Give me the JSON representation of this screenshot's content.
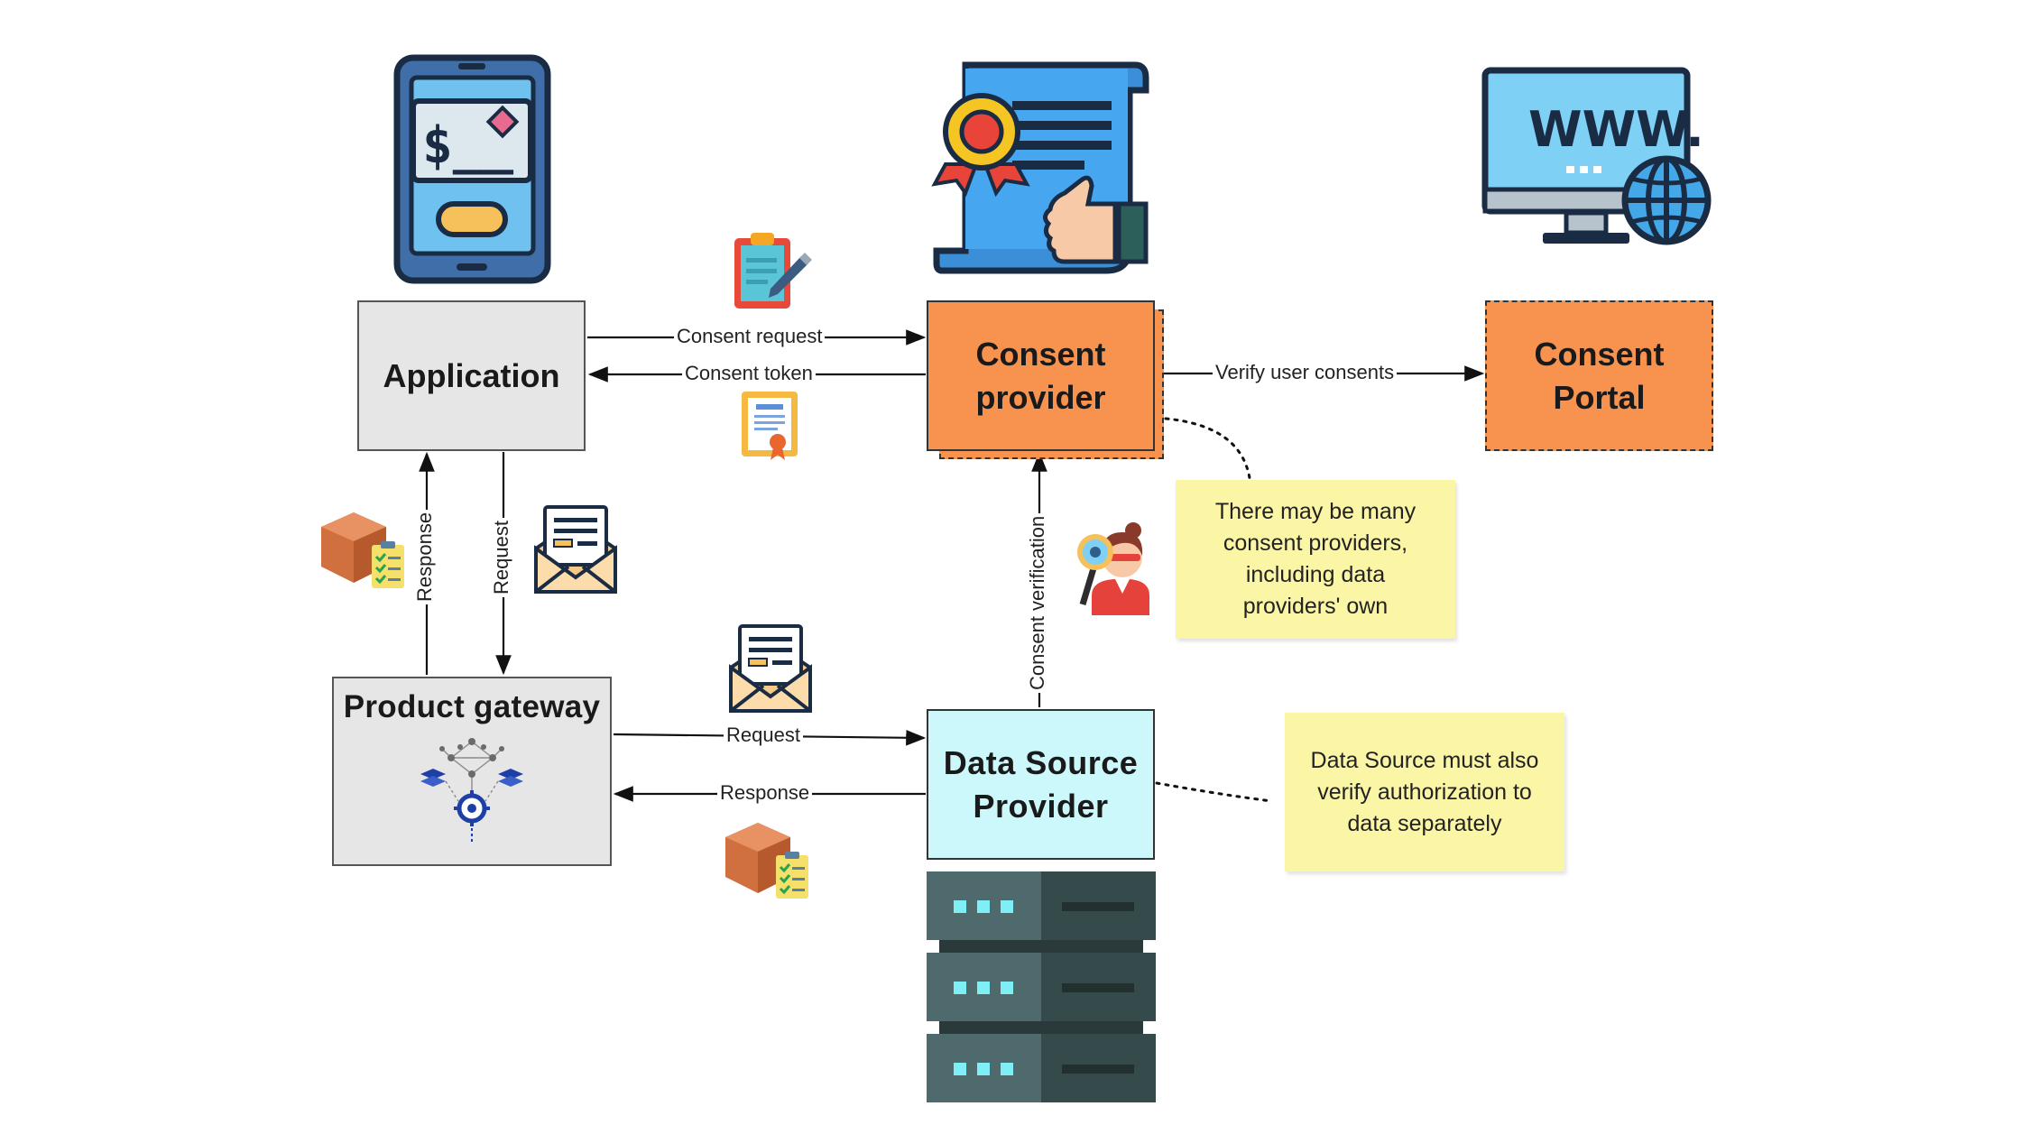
{
  "nodes": {
    "application": "Application",
    "consent_provider": [
      "Consent",
      "provider"
    ],
    "consent_portal": [
      "Consent",
      "Portal"
    ],
    "product_gateway": "Product gateway",
    "data_source_provider": [
      "Data Source",
      "Provider"
    ]
  },
  "edges": {
    "consent_request": "Consent request",
    "consent_token": "Consent token",
    "verify_user_consents": "Verify user consents",
    "consent_verification": "Consent verification",
    "response_up": "Response",
    "request_down": "Request",
    "request_right": "Request",
    "response_left": "Response"
  },
  "notes": {
    "many_providers": [
      "There may be many",
      "consent providers,",
      "including data",
      "providers' own"
    ],
    "data_source_auth": [
      "Data Source must also",
      "verify authorization to",
      "data separately"
    ]
  },
  "icons": {
    "phone": "mobile-payment-icon",
    "certificate": "certificate-thumbs-up-icon",
    "website": "www-monitor-globe-icon",
    "clipboard": "clipboard-pen-icon",
    "token": "certificate-document-icon",
    "package": "package-checklist-icon",
    "envelope": "envelope-letter-icon",
    "inspector": "inspector-magnifier-icon",
    "gateway": "gateway-network-icon",
    "server": "server-rack-icon"
  },
  "colors": {
    "orange": "#f7924f",
    "cyan": "#ccf7fb",
    "gray": "#e6e6e6",
    "note": "#fbf5a6"
  }
}
